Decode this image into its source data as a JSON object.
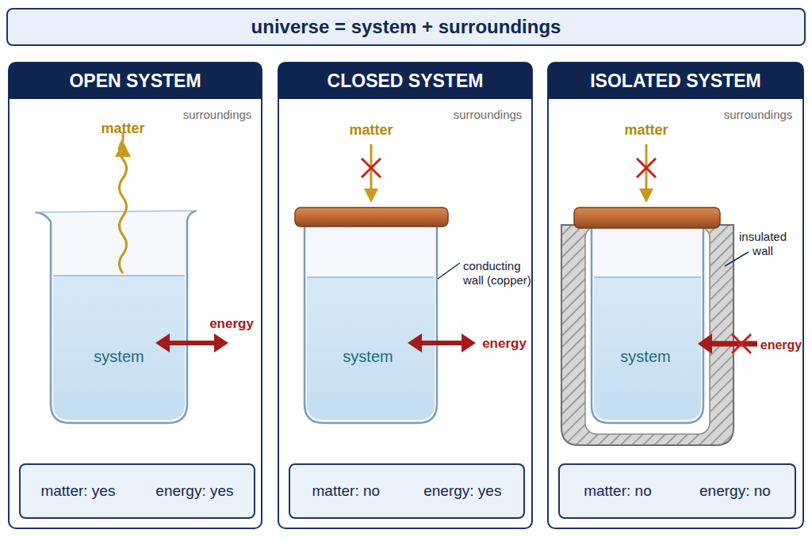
{
  "diagram": {
    "title": "universe = system + surroundings",
    "nodes": [
      {
        "text": [
          "OPEN SYSTEM"
        ]
      },
      {
        "text": [
          "system"
        ],
        "in": 0
      },
      {
        "text": [
          "matter: yes",
          "energy: yes"
        ],
        "in": 0
      },
      {
        "text": [
          "CLOSED SYSTEM"
        ]
      },
      {
        "text": [
          "system"
        ],
        "in": 3
      },
      {
        "text": [
          "matter: no",
          "energy: yes"
        ],
        "in": 3
      },
      {
        "text": [
          "ISOLATED SYSTEM"
        ]
      },
      {
        "text": [
          "system"
        ],
        "in": 6
      },
      {
        "text": [
          "matter: no",
          "energy: no"
        ],
        "in": 6
      }
    ],
    "labels": [
      "surroundings",
      "matter",
      "energy",
      "surroundings",
      "matter",
      "conducting wall (copper)",
      "energy",
      "surroundings",
      "matter",
      "insulated wall",
      "energy"
    ]
  }
}
